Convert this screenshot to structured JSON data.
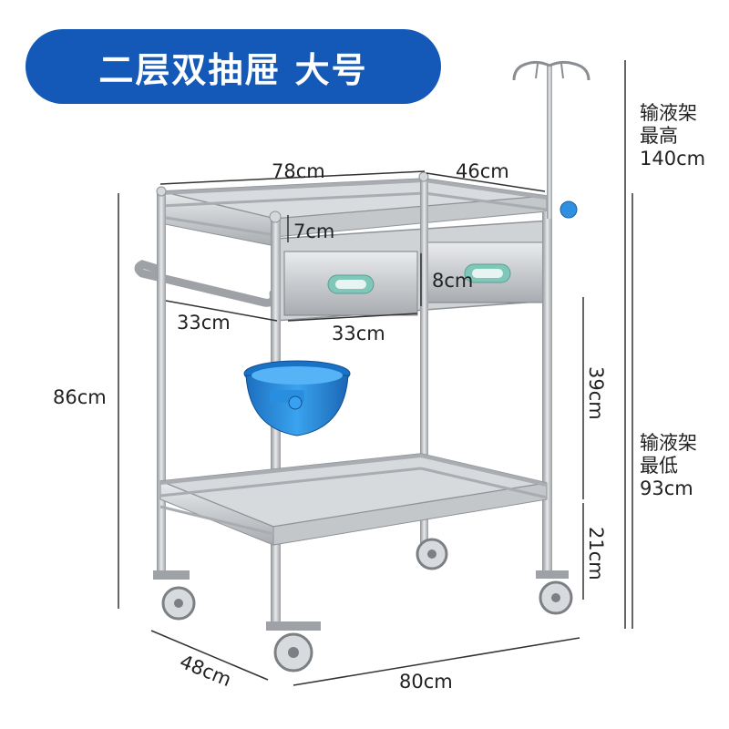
{
  "header": {
    "title": "二层双抽屉 大号"
  },
  "dimensions": {
    "top_length": "78cm",
    "top_width": "46cm",
    "rail_height": "7cm",
    "drawer_height": "8cm",
    "drawer_width_left": "33cm",
    "drawer_width_right": "33cm",
    "total_height": "86cm",
    "shelf_gap": "39cm",
    "bottom_clearance": "21cm",
    "base_depth": "48cm",
    "base_length": "80cm"
  },
  "iv_pole": {
    "max": {
      "line1": "输液架",
      "line2": "最高",
      "value": "140cm"
    },
    "min": {
      "line1": "输液架",
      "line2": "最低",
      "value": "93cm"
    }
  },
  "colors": {
    "banner": "#1458b8",
    "basin": "#1e88d8",
    "steel": "#b8bcc0",
    "handle": "#7fc7b8"
  }
}
